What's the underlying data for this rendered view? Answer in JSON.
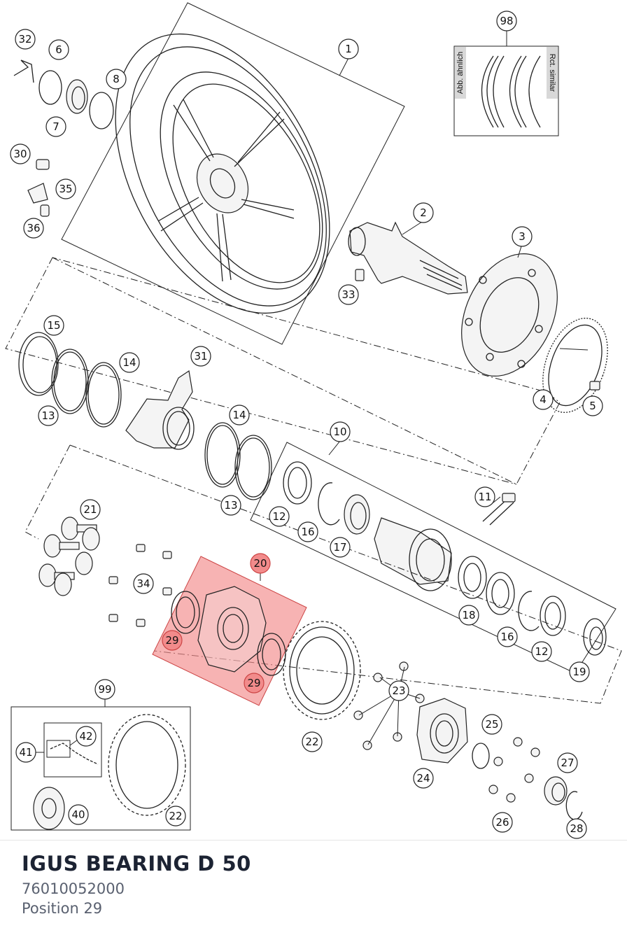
{
  "diagram": {
    "callouts": [
      "1",
      "2",
      "3",
      "4",
      "5",
      "6",
      "7",
      "8",
      "10",
      "11",
      "12",
      "13",
      "14",
      "15",
      "16",
      "17",
      "18",
      "19",
      "20",
      "21",
      "22",
      "23",
      "24",
      "25",
      "26",
      "27",
      "28",
      "29",
      "30",
      "31",
      "32",
      "33",
      "34",
      "35",
      "36",
      "40",
      "41",
      "42",
      "98",
      "99"
    ],
    "note_left": "Abb. ähnlich",
    "note_right": "Rct. similar",
    "highlight_color": "#f28b8b"
  },
  "part": {
    "name": "IGUS BEARING D 50",
    "number": "76010052000",
    "position": "Position 29"
  }
}
